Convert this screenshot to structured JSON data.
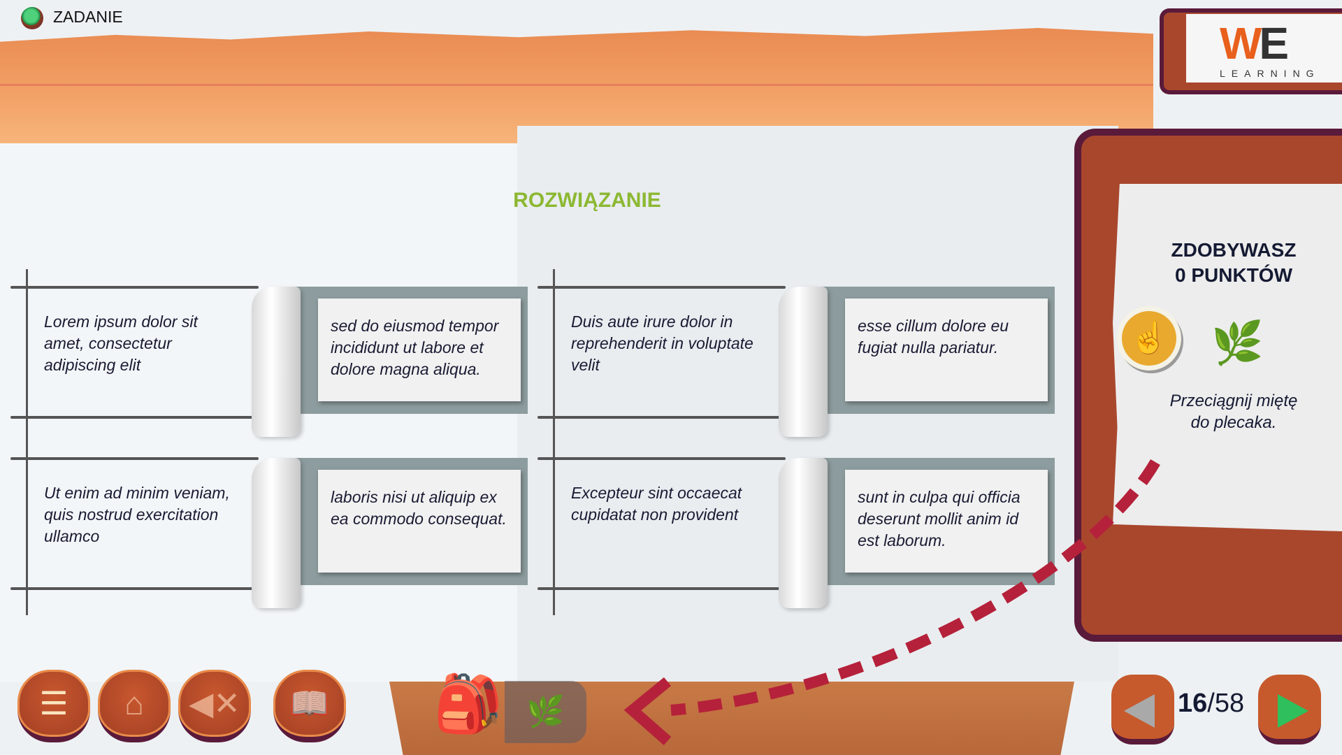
{
  "header": {
    "title": "ZADANIE"
  },
  "main": {
    "title": "ROZWIĄZANIE",
    "pairs": [
      {
        "left": "Lorem ipsum dolor sit amet, consectetur adipiscing elit",
        "right": "sed do eiusmod tempor incididunt ut labore et dolore magna aliqua."
      },
      {
        "left": "Duis aute irure dolor in reprehenderit in voluptate velit",
        "right": "esse cillum dolore eu fugiat nulla pariatur."
      },
      {
        "left": "Ut enim ad minim veniam, quis nostrud exercitation ullamco",
        "right": "laboris nisi ut aliquip ex ea commodo consequat."
      },
      {
        "left": "Excepteur sint occaecat cupidatat non provident",
        "right": "sunt in culpa qui officia deserunt mollit anim id est laborum."
      }
    ]
  },
  "panel": {
    "score_line1": "ZDOBYWASZ",
    "score_line2": "0 PUNKTÓW",
    "instruction_line1": "Przeciągnij miętę",
    "instruction_line2": "do plecaka."
  },
  "logo": {
    "brand": "WE",
    "sub": "LEARNING"
  },
  "footer": {
    "current": "16",
    "total": "/58"
  },
  "colors": {
    "accent_green": "#8cb832",
    "wood": "#a9472d",
    "arrow": "#b5213a"
  }
}
